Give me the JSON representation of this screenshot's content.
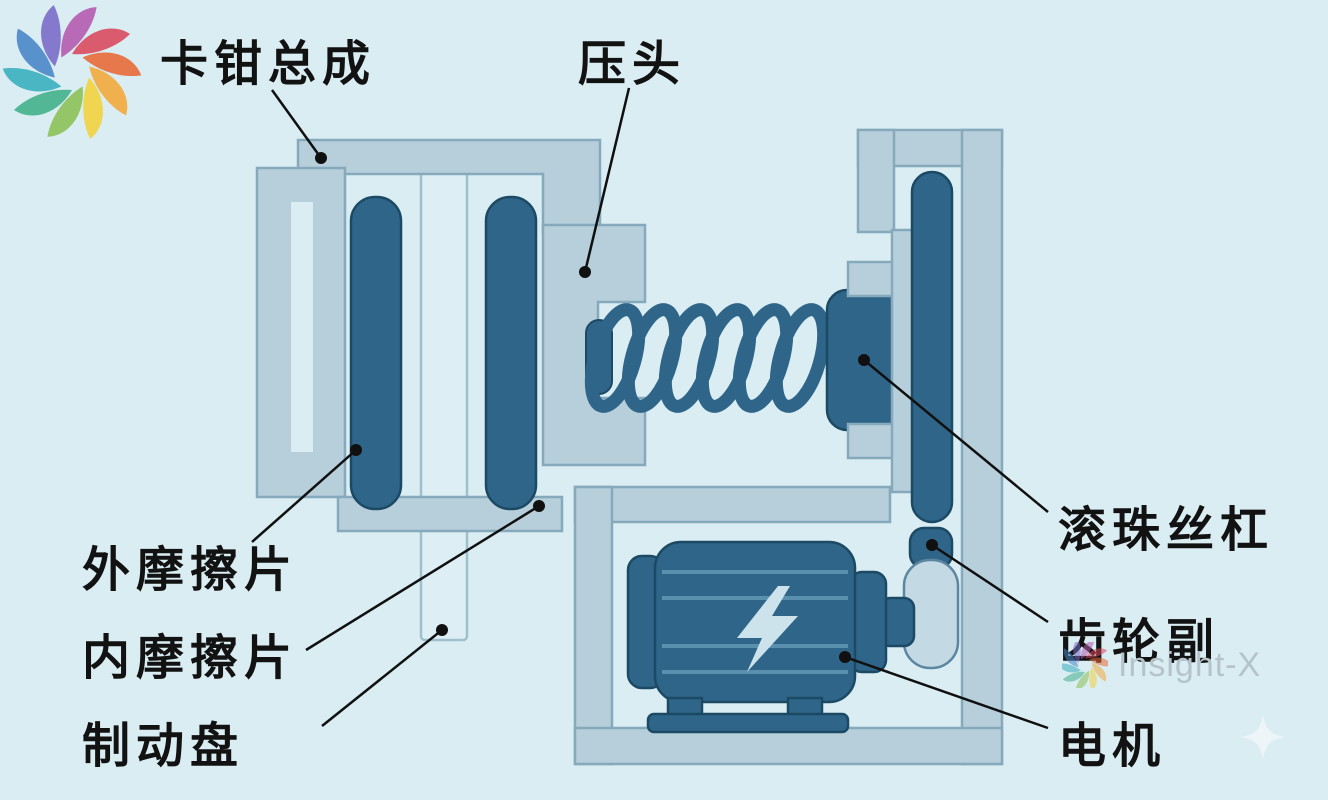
{
  "labels": {
    "caliper_assembly": "卡钳总成",
    "press_head": "压头",
    "ball_screw": "滚珠丝杠",
    "gear_pair": "齿轮副",
    "motor": "电机",
    "outer_friction_pad": "外摩擦片",
    "inner_friction_pad": "内摩擦片",
    "brake_disc": "制动盘"
  },
  "watermark": {
    "text": "Insight-X"
  },
  "icons": {
    "brand_logo": "pinwheel-logo-icon",
    "watermark_logo": "pinwheel-logo-icon",
    "motor_symbol": "lightning-bolt-icon",
    "sparkle": "four-point-star-icon"
  },
  "colors": {
    "background": "#d9edf3",
    "part_light": "#b7cedb",
    "part_light_stroke": "#86a9bb",
    "part_dark": "#2f6588",
    "part_dark_stroke": "#1c4a64",
    "disc_fill": "#ddeff5",
    "label_text": "#121212",
    "watermark_text": "#b6c3cb",
    "leader_line": "#101010"
  }
}
